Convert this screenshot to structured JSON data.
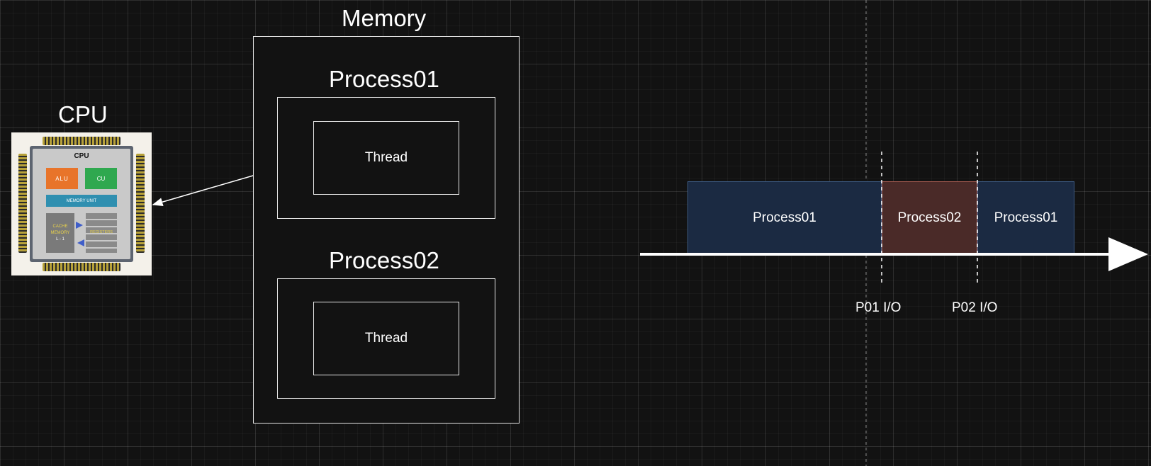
{
  "cpu": {
    "title": "CPU",
    "chip": {
      "label": "CPU",
      "alu": "ALU",
      "cu": "CU",
      "memory_unit": "MEMORY UNIT",
      "cache_line1": "CACHE",
      "cache_line2": "MEMORY",
      "cache_line3": "L - 1",
      "registers": "REGISTERS"
    }
  },
  "memory": {
    "title": "Memory",
    "processes": [
      {
        "title": "Process01",
        "thread": "Thread"
      },
      {
        "title": "Process02",
        "thread": "Thread"
      }
    ]
  },
  "timeline": {
    "segments": [
      {
        "label": "Process01",
        "color": "#1b2a42"
      },
      {
        "label": "Process02",
        "color": "#4a2a28"
      },
      {
        "label": "Process01",
        "color": "#1b2a42"
      }
    ],
    "markers": [
      "P01 I/O",
      "P02 I/O"
    ]
  },
  "colors": {
    "background": "#121212",
    "alu": "#e8742a",
    "cu": "#2fa84f",
    "memory_unit": "#2f8fb0",
    "pin": "#b8a23a"
  }
}
